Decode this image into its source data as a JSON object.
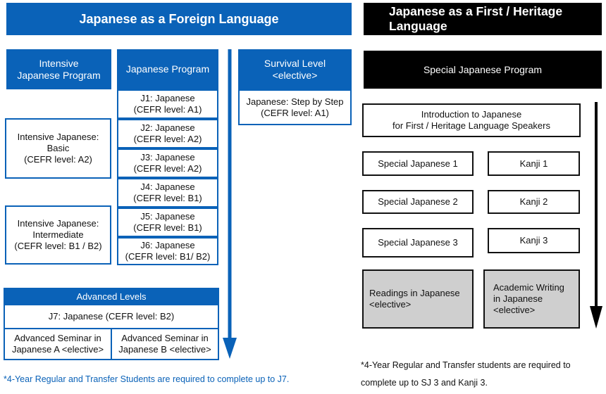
{
  "left": {
    "header": "Japanese as a Foreign Language",
    "intensive_program_title": "Intensive\nJapanese Program",
    "japanese_program_title": "Japanese Program",
    "survival_title": "Survival Level\n<elective>",
    "j_courses": [
      "J1:  Japanese\n(CEFR level: A1)",
      "J2:  Japanese\n(CEFR level: A2)",
      "J3:  Japanese\n(CEFR level: A2)",
      "J4:  Japanese\n(CEFR level: B1)",
      "J5:  Japanese\n(CEFR level: B1)",
      "J6:  Japanese\n(CEFR level: B1/ B2)"
    ],
    "intensive_basic": "Intensive Japanese:\nBasic\n(CEFR level: A2)",
    "intensive_intermediate": "Intensive Japanese:\nIntermediate\n(CEFR level: B1 / B2)",
    "survival_course": "Japanese: Step by Step\n(CEFR level: A1)",
    "advanced": {
      "title": "Advanced Levels",
      "j7": "J7: Japanese (CEFR level: B2)",
      "seminar_a": "Advanced Seminar in\nJapanese A <elective>",
      "seminar_b": "Advanced Seminar in\nJapanese B <elective>"
    },
    "footnote": "*4-Year Regular and Transfer Students are required to complete up to J7."
  },
  "right": {
    "header": "Japanese as a First / Heritage\nLanguage",
    "program_title": "Special Japanese Program",
    "intro": "Introduction to Japanese\nfor First / Heritage  Language Speakers",
    "special": [
      "Special Japanese 1",
      "Special Japanese 2",
      "Special Japanese 3"
    ],
    "kanji": [
      "Kanji 1",
      "Kanji 2",
      "Kanji 3"
    ],
    "readings": "Readings in  Japanese\n<elective>",
    "academic": "Academic Writing\nin Japanese\n<elective>",
    "footnote": "*4-Year Regular and Transfer students are required to\ncomplete up to SJ 3 and Kanji 3."
  },
  "colors": {
    "blue": "#0a62b8",
    "black": "#000000",
    "gray": "#cfcfcf"
  }
}
